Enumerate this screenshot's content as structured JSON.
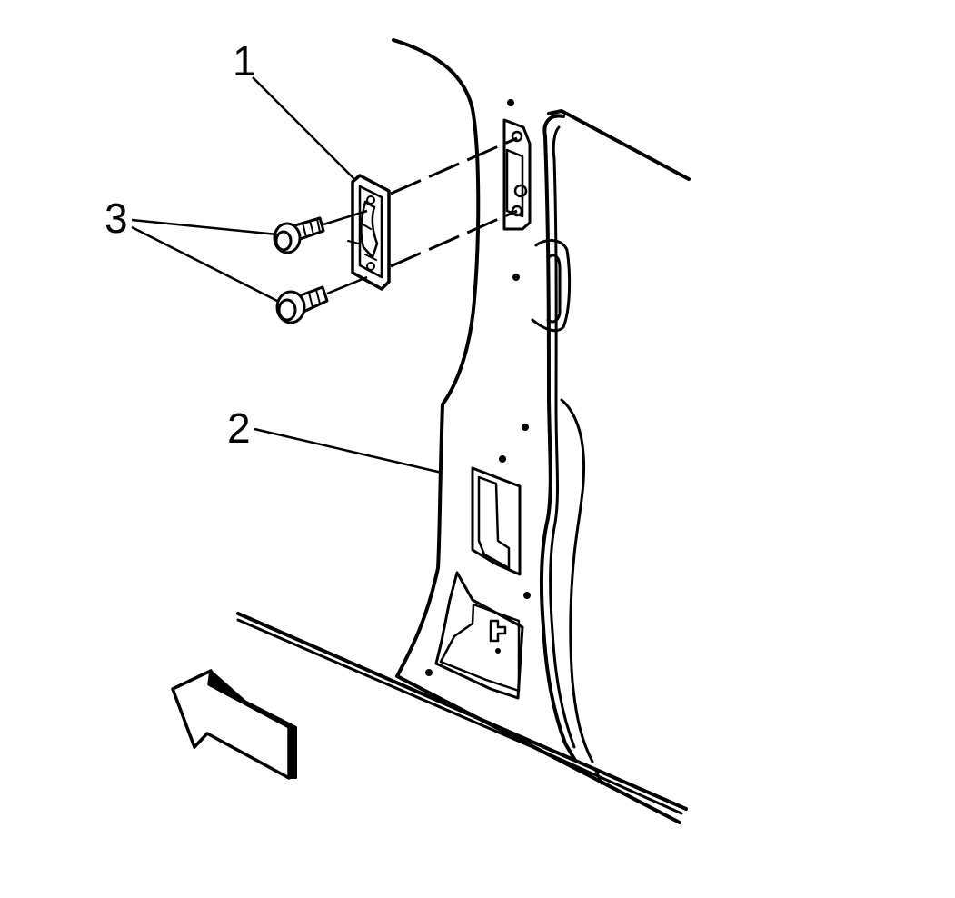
{
  "figure": {
    "callouts": [
      {
        "number": "1",
        "part": "striker-bracket"
      },
      {
        "number": "2",
        "part": "body-pillar"
      },
      {
        "number": "3",
        "part": "bolts"
      }
    ],
    "colors": {
      "ink": "#000000",
      "paper": "#ffffff"
    }
  }
}
